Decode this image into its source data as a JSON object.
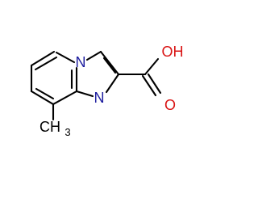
{
  "molecule": {
    "atom_labels": {
      "ring_nitrogen": "N",
      "imine_nitrogen": "N",
      "hydroxyl": "OH",
      "carbonyl_oxygen": "O",
      "methyl_carbon": "CH",
      "methyl_subscript": "3"
    },
    "colors": {
      "bond": "#000000",
      "nitrogen": "#1d1d9f",
      "oxygen": "#d91414",
      "carbon_label": "#000000"
    }
  }
}
